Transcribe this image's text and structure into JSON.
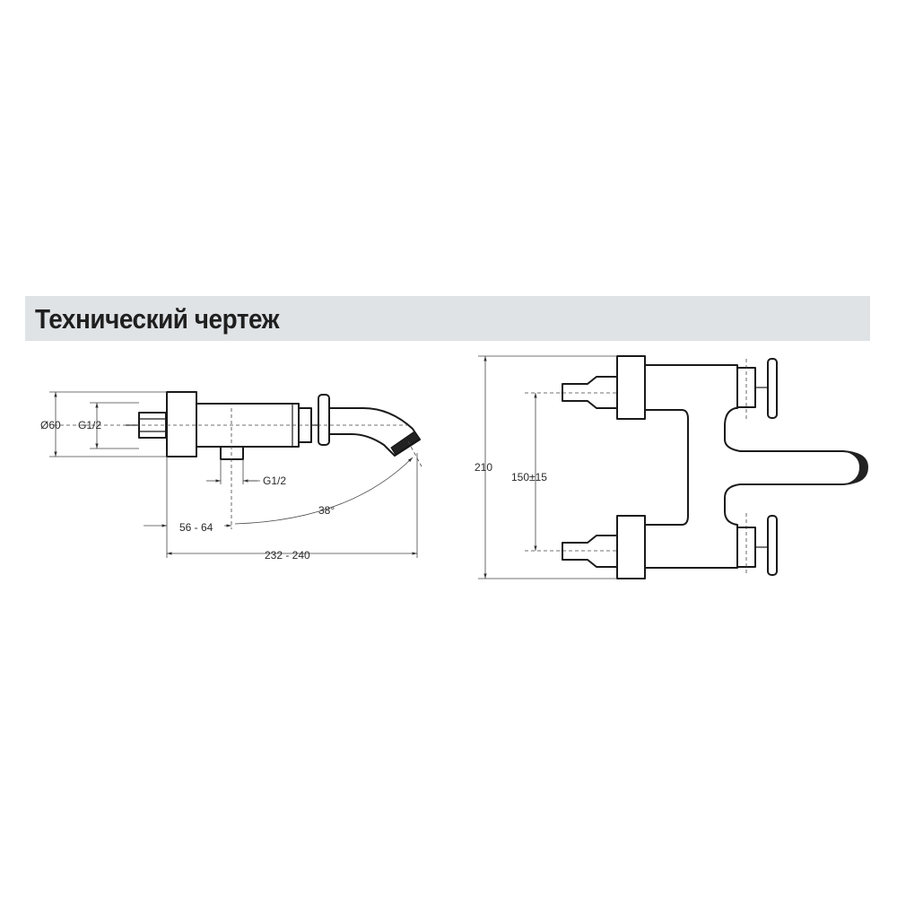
{
  "header": {
    "title": "Технический чертеж"
  },
  "side_view": {
    "dim_diameter": "Ø60",
    "dim_inlet_thread": "G1/2",
    "dim_outlet_thread": "G1/2",
    "dim_angle": "38°",
    "dim_offset": "56 - 64",
    "dim_length": "232 - 240"
  },
  "top_view": {
    "dim_height": "210",
    "dim_spacing": "150±15"
  },
  "colors": {
    "header_bg": "#dfe3e6",
    "line": "#1a1a1a"
  }
}
